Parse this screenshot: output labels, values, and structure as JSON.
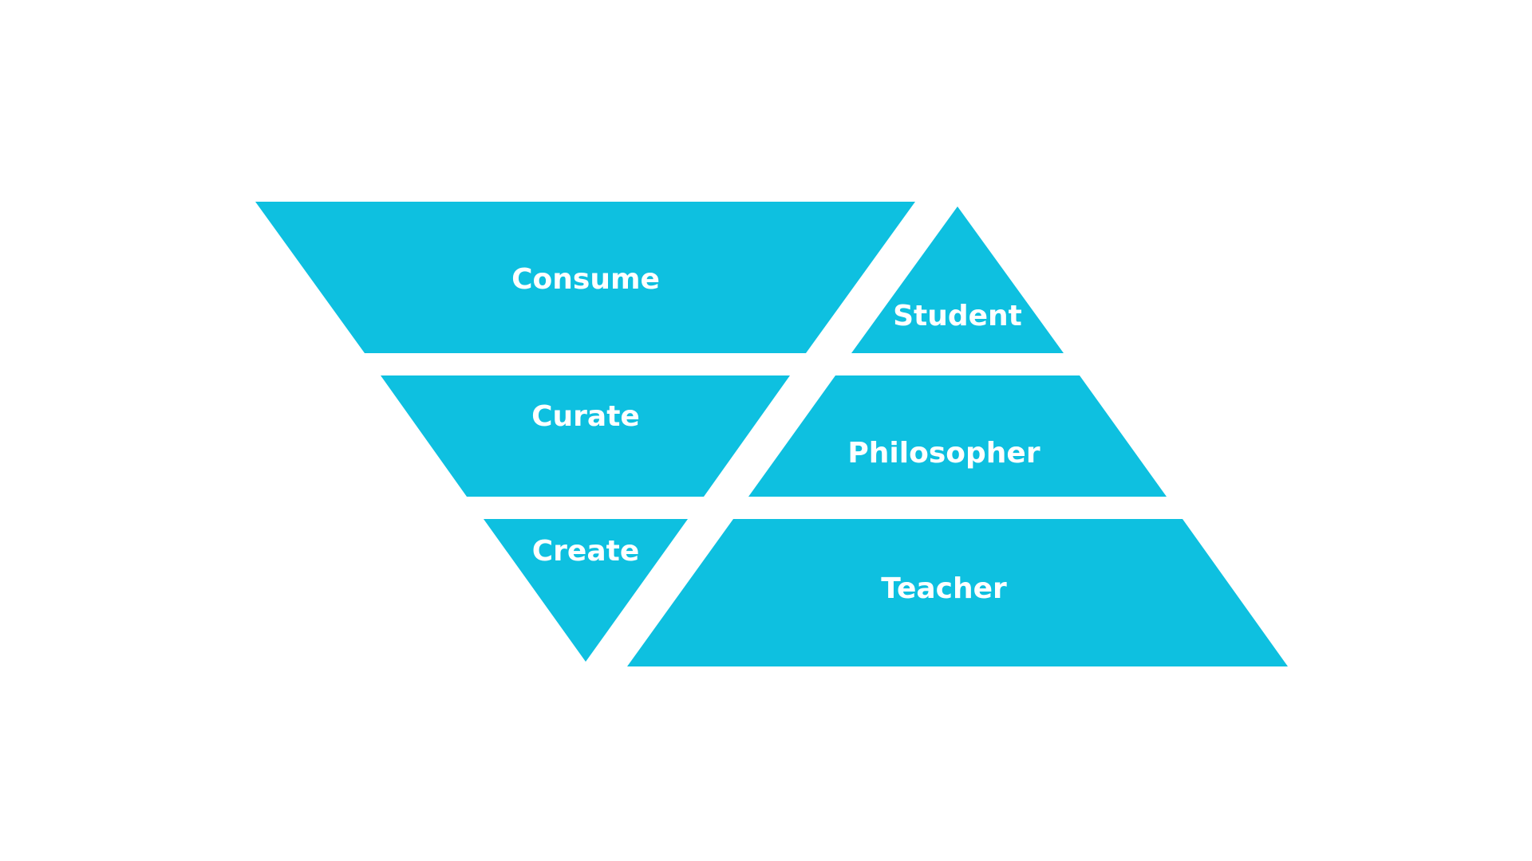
{
  "colors": {
    "background": "#ffffff",
    "shape_fill": "#0ec0e0",
    "label_color": "#ffffff"
  },
  "inverted_pyramid": {
    "levels": [
      {
        "label": "Consume"
      },
      {
        "label": "Curate"
      },
      {
        "label": "Create"
      }
    ]
  },
  "upright_pyramid": {
    "levels": [
      {
        "label": "Student"
      },
      {
        "label": "Philosopher"
      },
      {
        "label": "Teacher"
      }
    ]
  }
}
